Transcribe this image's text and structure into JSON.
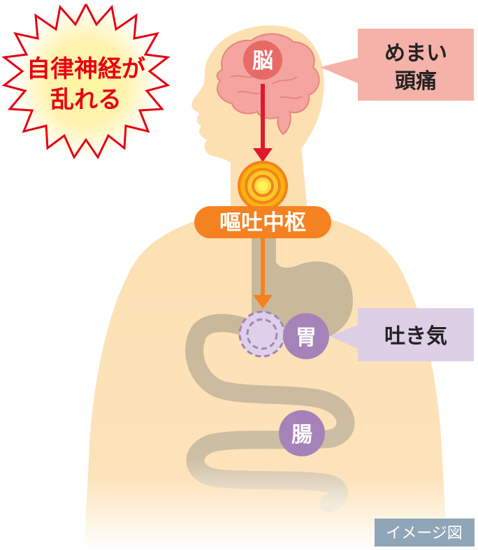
{
  "burst": {
    "line1": "自律神経が",
    "line2": "乱れる"
  },
  "nodes": {
    "brain": "脳",
    "center": "嘔吐中枢",
    "stomach": "胃",
    "intestine": "腸"
  },
  "callouts": {
    "brain_line1": "めまい",
    "brain_line2": "頭痛",
    "stomach": "吐き気"
  },
  "caption": "イメージ図",
  "colors": {
    "skin": "#fde0b2",
    "skin_edge": "#f8cf98",
    "brain": "#f4a5a0",
    "brain_label": "#e86a66",
    "organ": "#c9b99b",
    "red_arrow": "#e0182c",
    "orange": "#f58220",
    "purple_label": "#a583b8",
    "pink_box": "#f5b2a8",
    "lavender_box": "#dccfe6",
    "caption_bg": "#8fa6b8",
    "burst_red": "#e60012"
  }
}
